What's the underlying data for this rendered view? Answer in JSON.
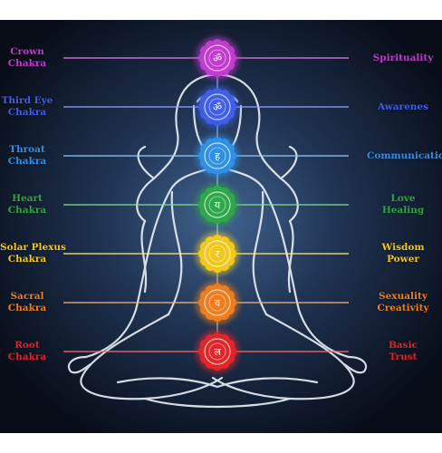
{
  "chakras": [
    {
      "key": "crown",
      "name_line1": "Crown",
      "name_line2": "Chakra",
      "meaning_line1": "Spirituality",
      "meaning_line2": "",
      "symbol": "ॐ",
      "color": "#c23bd0",
      "line_color": "#e27ce6"
    },
    {
      "key": "third_eye",
      "name_line1": "Third Eye",
      "name_line2": "Chakra",
      "meaning_line1": "Awarenes",
      "meaning_line2": "",
      "symbol": "ॐ",
      "color": "#3f5fe8",
      "line_color": "#8fa2ff"
    },
    {
      "key": "throat",
      "name_line1": "Throat",
      "name_line2": "Chakra",
      "meaning_line1": "Communication",
      "meaning_line2": "",
      "symbol": "ह",
      "color": "#2f90e6",
      "line_color": "#8fcaff"
    },
    {
      "key": "heart",
      "name_line1": "Heart",
      "name_line2": "Chakra",
      "meaning_line1": "Love",
      "meaning_line2": "Healing",
      "symbol": "य",
      "color": "#2fa84a",
      "line_color": "#7fe08f"
    },
    {
      "key": "solar_plexus",
      "name_line1": "Solar Plexus",
      "name_line2": "Chakra",
      "meaning_line1": "Wisdom",
      "meaning_line2": "Power",
      "symbol": "र",
      "color": "#f2c81c",
      "line_color": "#ffe97a"
    },
    {
      "key": "sacral",
      "name_line1": "Sacral",
      "name_line2": "Chakra",
      "meaning_line1": "Sexuality",
      "meaning_line2": "Creativity",
      "symbol": "व",
      "color": "#ef7d1e",
      "line_color": "#ffb36a"
    },
    {
      "key": "root",
      "name_line1": "Root",
      "name_line2": "Chakra",
      "meaning_line1": "Basic",
      "meaning_line2": "Trust",
      "symbol": "ल",
      "color": "#e0262a",
      "line_color": "#ff6a6a"
    }
  ],
  "background_color": "#0e1626",
  "glow_color": "#3a5a86"
}
